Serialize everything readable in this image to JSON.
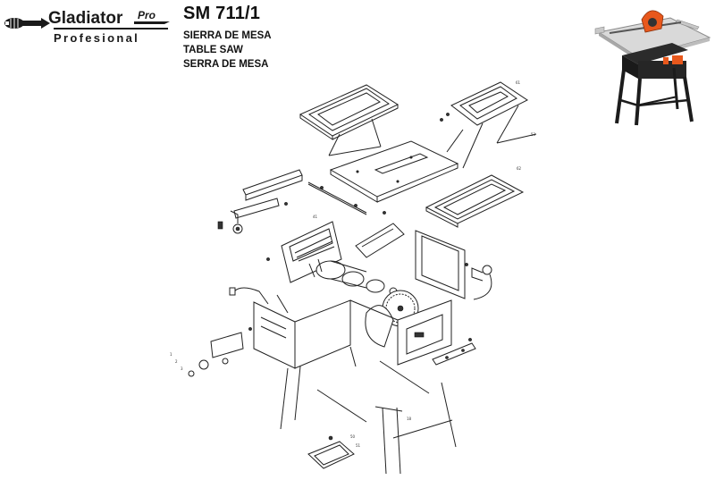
{
  "brand": {
    "name": "Gladiator",
    "suffix": "Pro",
    "tagline": "Profesional",
    "primary_color": "#1a1a1a"
  },
  "model": "SM 711/1",
  "subtitles": [
    "SIERRA DE MESA",
    "TABLE SAW",
    "SERRA DE MESA"
  ],
  "product_photo": {
    "accent_color": "#e8581c",
    "frame_color": "#222222",
    "table_color": "#d9d9d9"
  }
}
